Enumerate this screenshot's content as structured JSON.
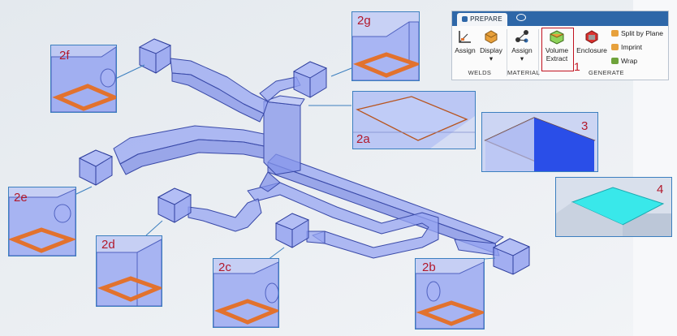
{
  "ribbon": {
    "tab_prepare": "Prepare",
    "tab_display_icon": "eye-icon",
    "buttons": {
      "assign_welds": "Assign",
      "display": "Display",
      "assign_material": "Assign",
      "volume_extract_line1": "Volume",
      "volume_extract_line2": "Extract",
      "enclosure": "Enclosure",
      "split_by_plane": "Split by Plane",
      "imprint": "Imprint",
      "wrap": "Wrap"
    },
    "groups": {
      "welds": "Welds",
      "material": "Material",
      "generate": "Generate"
    },
    "step_number": "1"
  },
  "callouts": {
    "c2a": "2a",
    "c2b": "2b",
    "c2c": "2c",
    "c2d": "2d",
    "c2e": "2e",
    "c2f": "2f",
    "c2g": "2g",
    "c3": "3",
    "c4": "4"
  },
  "colors": {
    "duct_fill": "#8f9ff0",
    "duct_stroke": "#3a4aa8",
    "face_orange": "#e2722e",
    "face_blue": "#2a4ee8",
    "face_cyan": "#39e8ea",
    "accent_red": "#c1121f",
    "ribbon_tab": "#2e67a8"
  }
}
